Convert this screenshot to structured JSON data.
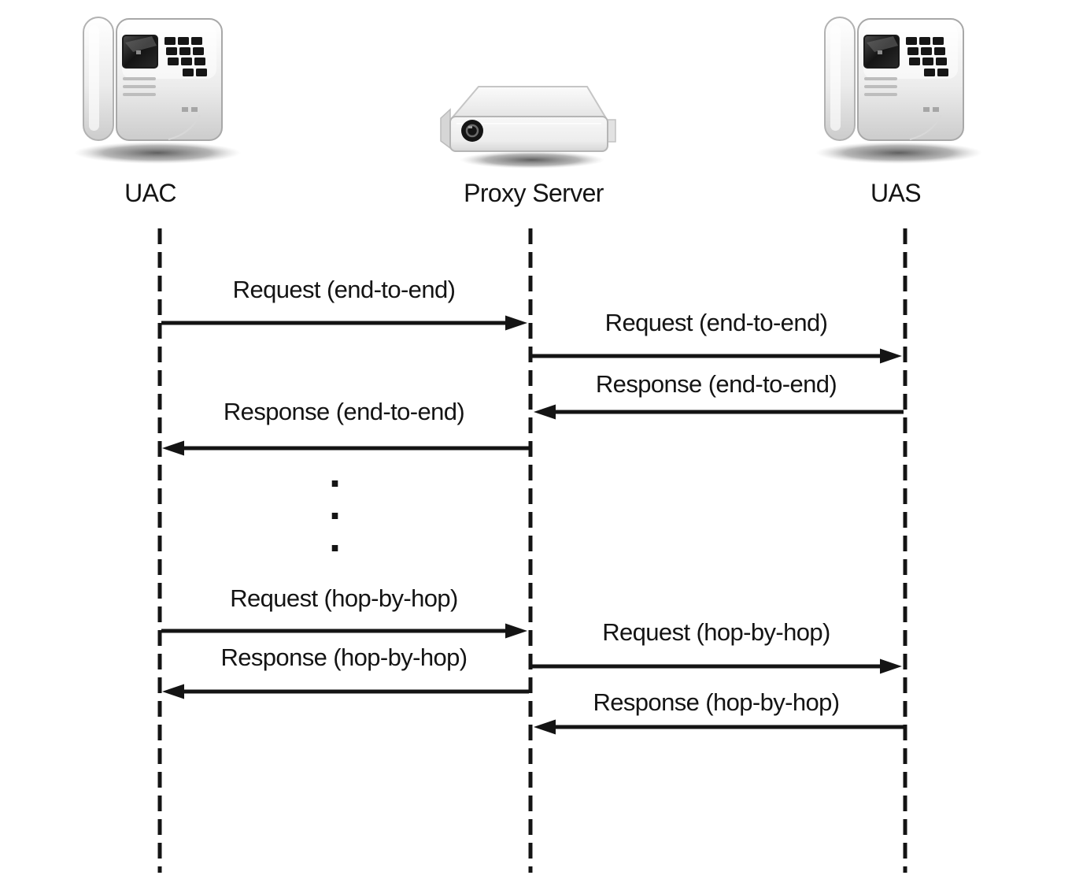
{
  "entities": [
    {
      "id": "uac",
      "label": "UAC",
      "icon": "phone-icon"
    },
    {
      "id": "proxy",
      "label": "Proxy Server",
      "icon": "server-icon"
    },
    {
      "id": "uas",
      "label": "UAS",
      "icon": "phone-icon"
    }
  ],
  "messages": [
    {
      "label": "Request (end-to-end)",
      "from": "UAC",
      "to": "Proxy Server",
      "direction": "right"
    },
    {
      "label": "Request (end-to-end)",
      "from": "Proxy Server",
      "to": "UAS",
      "direction": "right"
    },
    {
      "label": "Response (end-to-end)",
      "from": "UAS",
      "to": "Proxy Server",
      "direction": "left"
    },
    {
      "label": "Response (end-to-end)",
      "from": "Proxy Server",
      "to": "UAC",
      "direction": "left"
    },
    {
      "label": "Request (hop-by-hop)",
      "from": "UAC",
      "to": "Proxy Server",
      "direction": "right"
    },
    {
      "label": "Request (hop-by-hop)",
      "from": "Proxy Server",
      "to": "UAS",
      "direction": "right"
    },
    {
      "label": "Response (hop-by-hop)",
      "from": "Proxy Server",
      "to": "UAC",
      "direction": "left"
    },
    {
      "label": "Response (hop-by-hop)",
      "from": "UAS",
      "to": "Proxy Server",
      "direction": "left"
    }
  ],
  "ellipsis": {
    "dot": "·"
  },
  "colors": {
    "line": "#141414",
    "text": "#141414",
    "background": "#ffffff",
    "key_dark": "#161616"
  }
}
